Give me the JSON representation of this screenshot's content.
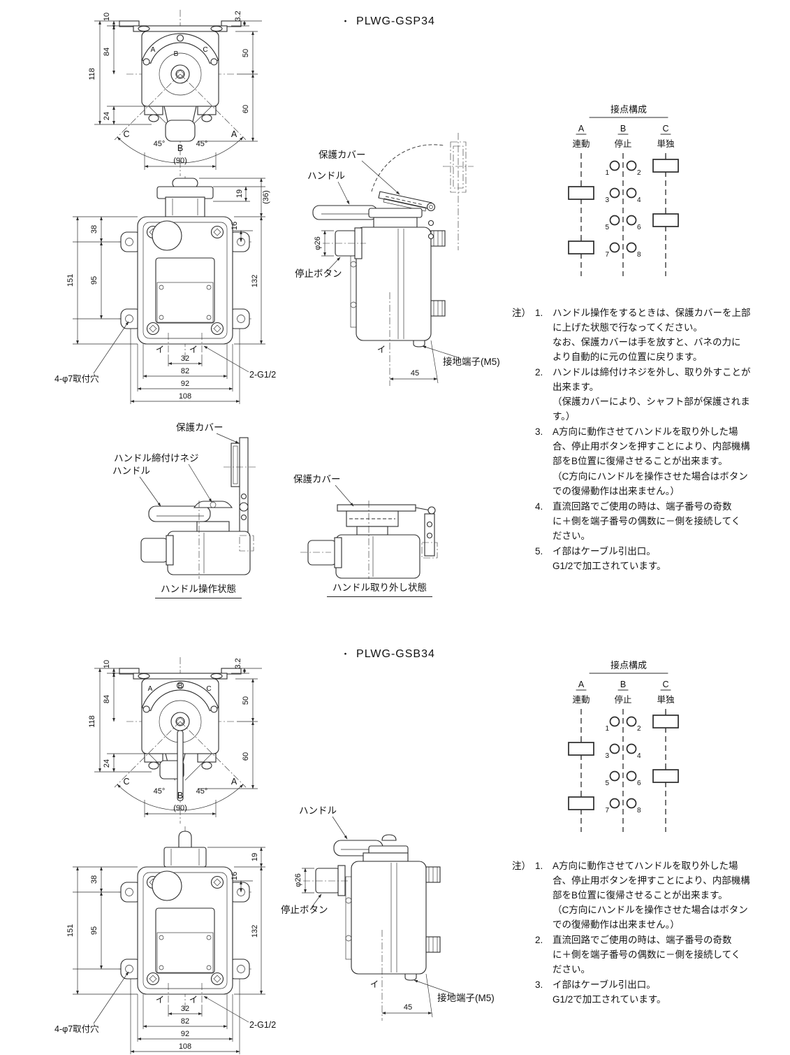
{
  "gsp": {
    "bullet": "・",
    "title": "PLWG-GSP34",
    "note_head": "注）",
    "notes": [
      {
        "n": "1.",
        "t": "ハンドル操作をするときは、保護カバーを上部\nに上げた状態で行なってください。\nなお、保護カバーは手を放すと、バネの力に\nより自動的に元の位置に戻ります。"
      },
      {
        "n": "2.",
        "t": "ハンドルは締付けネジを外し、取り外すことが\n出来ます。\n（保護カバーにより、シャフト部が保護されま\nす。）"
      },
      {
        "n": "3.",
        "t": "A方向に動作させてハンドルを取り外した場\n合、停止用ボタンを押すことにより、内部機構\n部をB位置に復帰させることが出来ます。\n（C方向にハンドルを操作させた場合はボタン\nでの復帰動作は出来ません。）"
      },
      {
        "n": "4.",
        "t": "直流回路でご使用の時は、端子番号の奇数\nに＋側を端子番号の偶数に－側を接続してく\nださい。"
      },
      {
        "n": "5.",
        "t": "イ部はケーブル引出口。\nG1/2で加工されています。"
      }
    ]
  },
  "gsb": {
    "bullet": "・",
    "title": "PLWG-GSB34",
    "note_head": "注）",
    "notes": [
      {
        "n": "1.",
        "t": "A方向に動作させてハンドルを取り外した場\n合、停止用ボタンを押すことにより、内部機構\n部をB位置に復帰させることが出来ます。\n（C方向にハンドルを操作させた場合はボタン\nでの復帰動作は出来ません。）"
      },
      {
        "n": "2.",
        "t": "直流回路でご使用の時は、端子番号の奇数\nに＋側を端子番号の偶数に－側を接続してく\nださい。"
      },
      {
        "n": "3.",
        "t": "イ部はケーブル引出口。\nG1/2で加工されています。"
      }
    ]
  },
  "contact": {
    "title": "接点構成",
    "cols": [
      {
        "key": "A",
        "label": "連動"
      },
      {
        "key": "B",
        "label": "停止"
      },
      {
        "key": "C",
        "label": "単独"
      }
    ],
    "nums": [
      "1",
      "2",
      "3",
      "4",
      "5",
      "6",
      "7",
      "8"
    ]
  },
  "topview": {
    "d10": "10",
    "d118": "118",
    "d84": "84",
    "d24": "24",
    "d3_2": "3.2",
    "d50": "50",
    "d60": "60",
    "d90": "(90)",
    "a45": "45°",
    "dial_a": "A",
    "dial_b": "B",
    "dial_c": "C",
    "fan_c": "C",
    "fan_a": "A",
    "fan_b": "B"
  },
  "front": {
    "d38": "38",
    "d151": "151",
    "d95": "95",
    "d19": "19",
    "d16": "16",
    "d36": "(36)",
    "d132": "132",
    "d32": "32",
    "d82": "82",
    "d92": "92",
    "d108": "108",
    "mount_label": "4-φ7取付穴",
    "conduit_label": "2-G1/2",
    "i_mark": "イ"
  },
  "side": {
    "cover": "保護カバー",
    "handle": "ハンドル",
    "dia": "φ26",
    "stop": "停止ボタン",
    "ground": "接地端子(M5)",
    "d45": "45",
    "i_mark": "イ"
  },
  "handle_states": {
    "operate": {
      "cover": "保護カバー",
      "screw": "ハンドル締付けネジ",
      "handle": "ハンドル",
      "caption": "ハンドル操作状態"
    },
    "removed": {
      "cover": "保護カバー",
      "caption": "ハンドル取り外し状態"
    }
  }
}
